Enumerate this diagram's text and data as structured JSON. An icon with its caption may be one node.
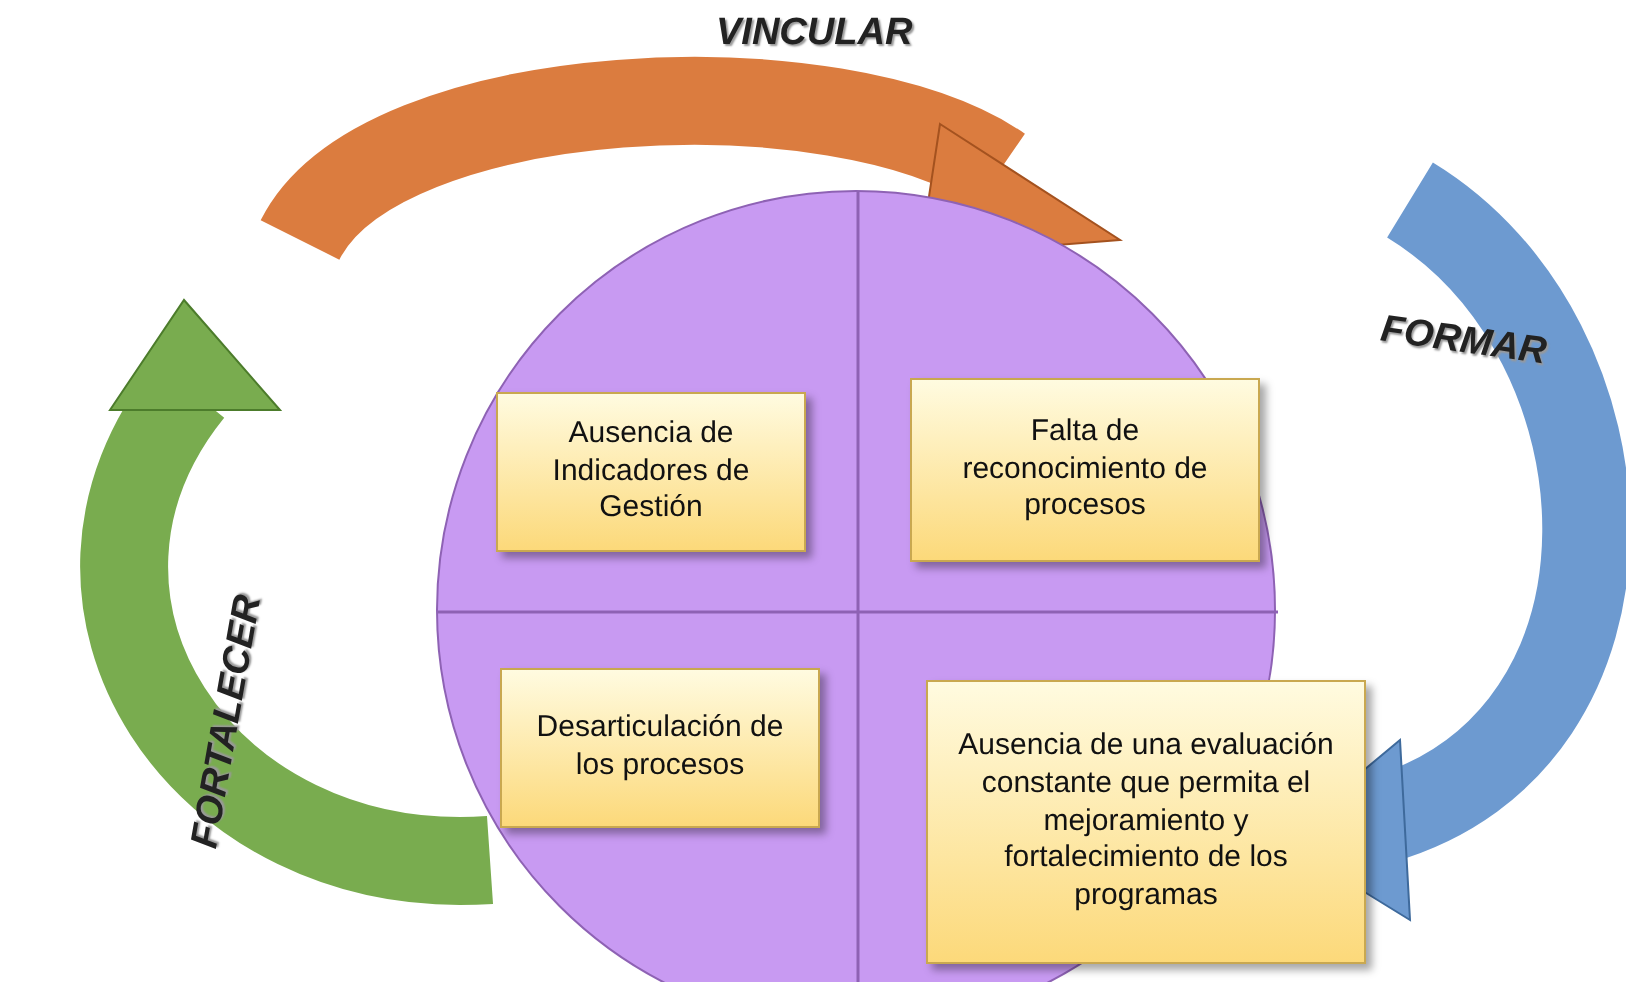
{
  "diagram": {
    "nodes": [
      {
        "text": [],
        "shape": "circle"
      },
      {
        "text": [
          "Ausencia de Indicadores de Gestión"
        ],
        "in": 0
      },
      {
        "text": [
          "Falta de reconocimiento de procesos"
        ],
        "in": 0
      },
      {
        "text": [
          "Desarticulación de los procesos"
        ],
        "in": 0
      },
      {
        "text": [
          "Ausencia de una evaluación constante que permita el mejoramiento y fortalecimiento de los programas"
        ]
      }
    ],
    "edges": [],
    "labels": [
      "VINCULAR",
      "FORMAR",
      "FORTALECER"
    ]
  }
}
